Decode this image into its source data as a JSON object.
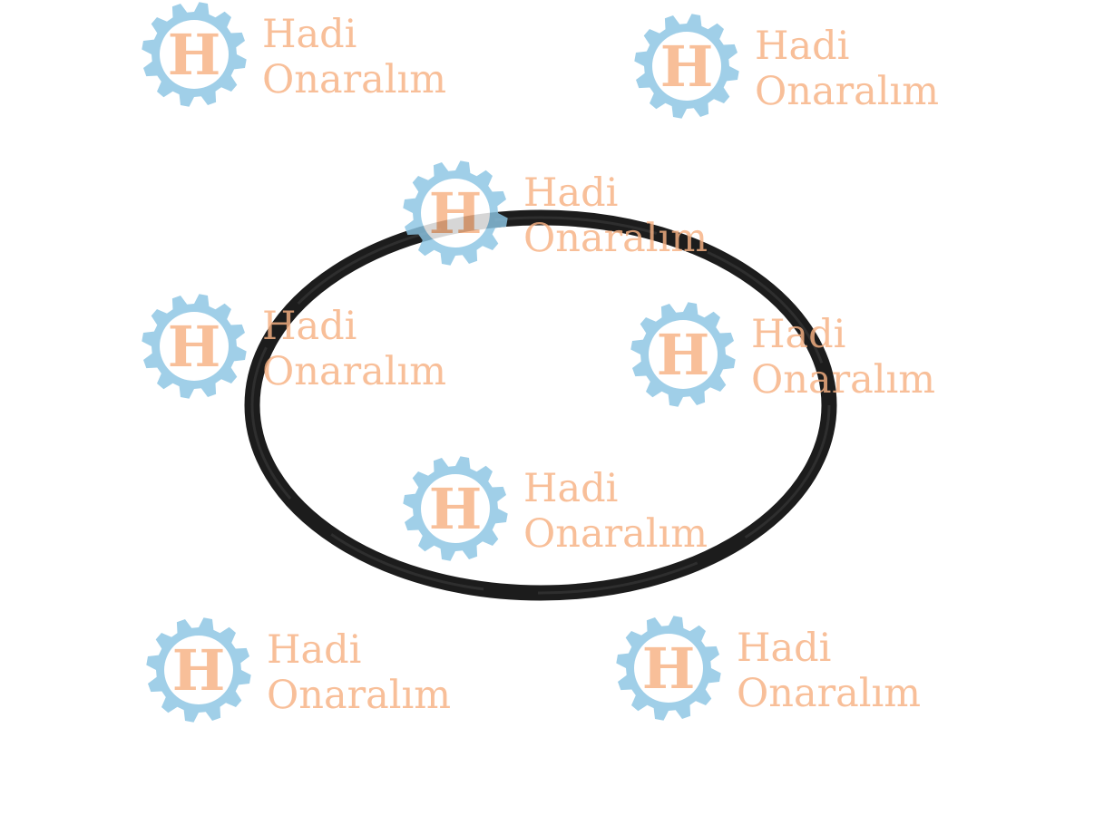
{
  "product": {
    "name": "black o-ring gasket",
    "ring_color": "#1c1c1c",
    "ring_highlight": "#3a3a3a"
  },
  "watermark": {
    "logo_letter": "H",
    "brand_line1": "Hadi",
    "brand_line2": "Onaralım",
    "gear_color": "#8cc5e3",
    "text_color": "#f7b183",
    "opacity": 0.82,
    "count": 8
  }
}
